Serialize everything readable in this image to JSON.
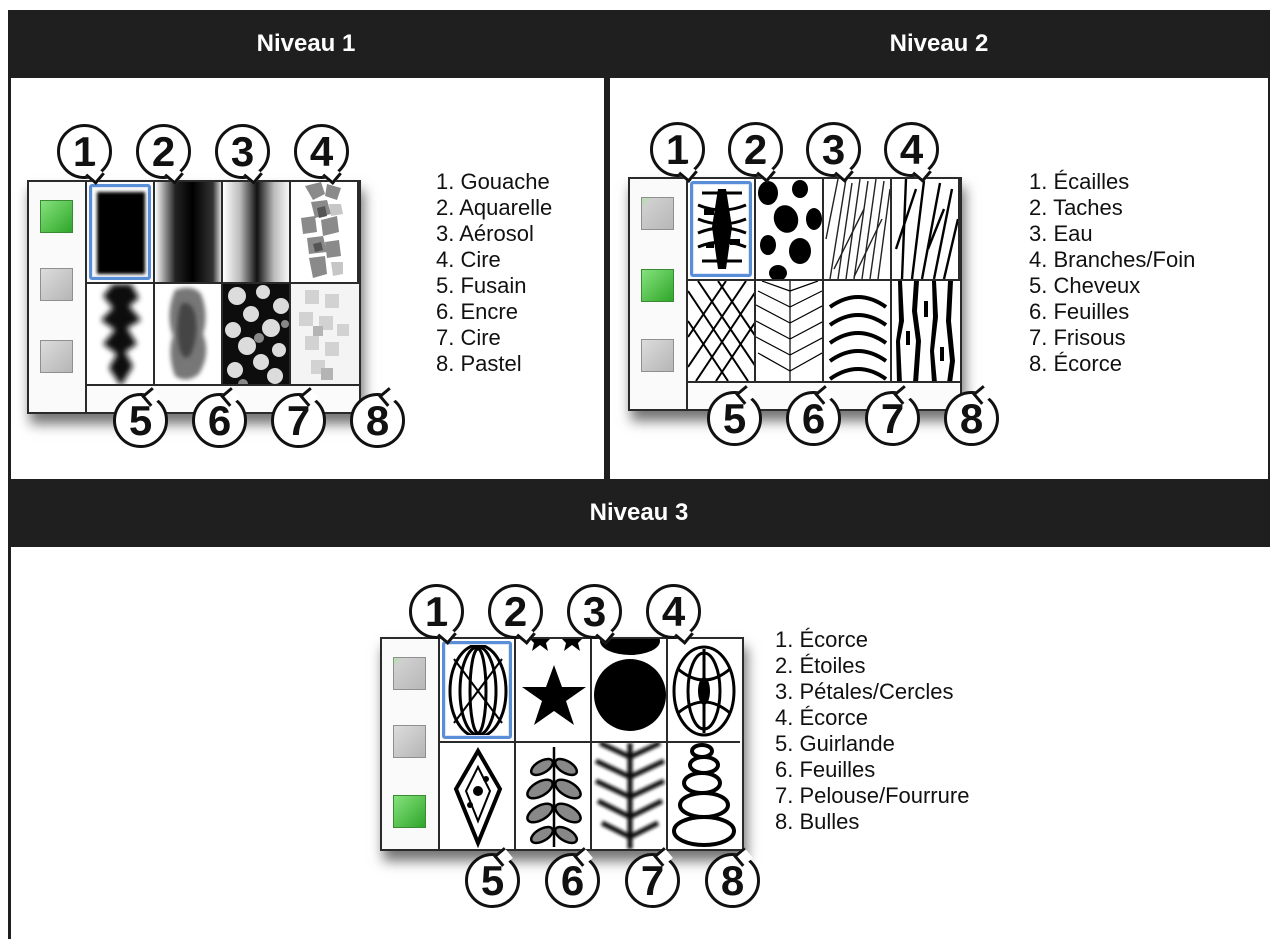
{
  "sections": [
    {
      "title": "Niveau 1",
      "legend": [
        "1. Gouache",
        "2. Aquarelle",
        "3. Aérosol",
        "4. Cire",
        "5. Fusain",
        "6. Encre",
        "7. Cire",
        "8. Pastel"
      ],
      "active_button": 0
    },
    {
      "title": "Niveau 2",
      "legend": [
        "1. Écailles",
        "2. Taches",
        "3. Eau",
        "4. Branches/Foin",
        "5. Cheveux",
        "6. Feuilles",
        "7. Frisous",
        "8. Écorce"
      ],
      "active_button": 1
    },
    {
      "title": "Niveau 3",
      "legend": [
        "1. Écorce",
        "2. Étoiles",
        "3. Pétales/Cercles",
        "4. Écorce",
        "5. Guirlande",
        "6. Feuilles",
        "7. Pelouse/Fourrure",
        "8. Bulles"
      ],
      "active_button": 2
    }
  ],
  "badge_numbers": [
    "1",
    "2",
    "3",
    "4",
    "5",
    "6",
    "7",
    "8"
  ],
  "icons": {
    "niveau1": [
      "gouache-brush-icon",
      "watercolor-brush-icon",
      "airbrush-icon",
      "wax-crayon-icon",
      "charcoal-icon",
      "ink-icon",
      "wax-dots-icon",
      "pastel-icon"
    ],
    "niveau2": [
      "scales-pattern-icon",
      "spots-pattern-icon",
      "water-pattern-icon",
      "branches-hay-pattern-icon",
      "hair-pattern-icon",
      "leaves-pattern-icon",
      "curls-pattern-icon",
      "bark-pattern-icon"
    ],
    "niveau3": [
      "bark-stamp-icon",
      "stars-stamp-icon",
      "petals-circles-stamp-icon",
      "bark-ornament-icon",
      "garland-stamp-icon",
      "leaves-stamp-icon",
      "grass-fur-stamp-icon",
      "bubbles-stamp-icon"
    ]
  },
  "colors": {
    "header_bg": "#1f1f1f",
    "header_text": "#ffffff",
    "active_button": "#3cb035",
    "selection": "#5a8fd8"
  }
}
